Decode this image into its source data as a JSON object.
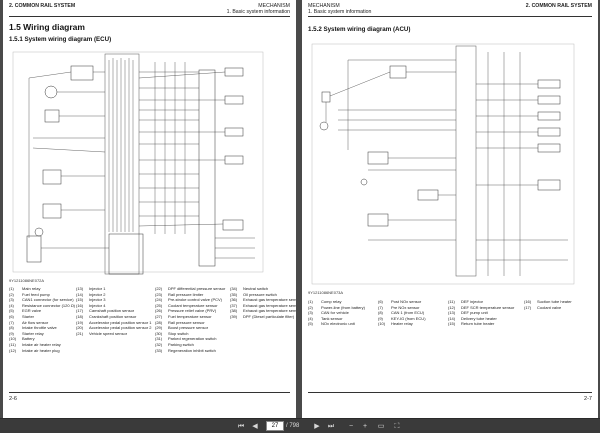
{
  "left_page": {
    "header_left": "2. COMMON RAIL SYSTEM",
    "header_right_top": "MECHANISM",
    "header_right_bottom": "1. Basic system information",
    "section_title": "1.5 Wiring diagram",
    "subsection_title": "1.5.1 System wiring diagram (ECU)",
    "figure_id": "9Y1211086NE072A",
    "page_number": "2-6",
    "legend": [
      [
        {
          "n": "(1)",
          "t": "Main relay"
        },
        {
          "n": "(2)",
          "t": "Fuel feed pump"
        },
        {
          "n": "(3)",
          "t": "CAN1 connector (for service)"
        },
        {
          "n": "(4)",
          "t": "Resistance connector (120 Ω)"
        },
        {
          "n": "(5)",
          "t": "EGR valve"
        },
        {
          "n": "(6)",
          "t": "Starter"
        },
        {
          "n": "(7)",
          "t": "Air flow sensor"
        },
        {
          "n": "(8)",
          "t": "Intake throttle valve"
        },
        {
          "n": "(9)",
          "t": "Starter relay"
        },
        {
          "n": "(10)",
          "t": "Battery"
        },
        {
          "n": "(11)",
          "t": "Intake air heater relay"
        },
        {
          "n": "(12)",
          "t": "Intake air heater plug"
        }
      ],
      [
        {
          "n": "(13)",
          "t": "Injector 1"
        },
        {
          "n": "(14)",
          "t": "Injector 2"
        },
        {
          "n": "(15)",
          "t": "Injector 3"
        },
        {
          "n": "(16)",
          "t": "Injector 4"
        },
        {
          "n": "(17)",
          "t": "Camshaft position sensor"
        },
        {
          "n": "(18)",
          "t": "Crankshaft position sensor"
        },
        {
          "n": "(19)",
          "t": "Accelerator pedal position sensor 1"
        },
        {
          "n": "(20)",
          "t": "Accelerator pedal position sensor 2"
        },
        {
          "n": "(21)",
          "t": "Vehicle speed sensor"
        }
      ],
      [
        {
          "n": "(22)",
          "t": "DPF differential pressure sensor"
        },
        {
          "n": "(23)",
          "t": "Rail pressure limiter"
        },
        {
          "n": "(24)",
          "t": "Pre-stroke control valve (PCV)"
        },
        {
          "n": "(25)",
          "t": "Coolant temperature sensor"
        },
        {
          "n": "(26)",
          "t": "Pressure relief valve (PRV)"
        },
        {
          "n": "(27)",
          "t": "Fuel temperature sensor"
        },
        {
          "n": "(28)",
          "t": "Rail pressure sensor"
        },
        {
          "n": "(29)",
          "t": "Boost pressure sensor"
        },
        {
          "n": "(30)",
          "t": "Stop switch"
        },
        {
          "n": "(31)",
          "t": "Parked regeneration switch"
        },
        {
          "n": "(32)",
          "t": "Parking switch"
        },
        {
          "n": "(33)",
          "t": "Regeneration inhibit switch"
        }
      ],
      [
        {
          "n": "(34)",
          "t": "Neutral switch"
        },
        {
          "n": "(35)",
          "t": "Oil pressure switch"
        },
        {
          "n": "(36)",
          "t": "Exhaust gas temperature sensor (T0)"
        },
        {
          "n": "(37)",
          "t": "Exhaust gas temperature sensor (T1)"
        },
        {
          "n": "(38)",
          "t": "Exhaust gas temperature sensor (T2)"
        },
        {
          "n": "(39)",
          "t": "DPF (Diesel particulate filter)"
        }
      ]
    ]
  },
  "right_page": {
    "header_left_top": "MECHANISM",
    "header_left_bottom": "1. Basic system information",
    "header_right": "2. COMMON RAIL SYSTEM",
    "subsection_title": "1.5.2 System wiring diagram (ACU)",
    "figure_id": "9Y1211086NE073A",
    "page_number": "2-7",
    "legend": [
      [
        {
          "n": "(1)",
          "t": "Comp relay"
        },
        {
          "n": "(2)",
          "t": "Power-line (from battery)"
        },
        {
          "n": "(3)",
          "t": "CAN for vehicle"
        },
        {
          "n": "(4)",
          "t": "Tank sensor"
        },
        {
          "n": "(5)",
          "t": "NOx electronic unit"
        }
      ],
      [
        {
          "n": "(6)",
          "t": "Post NOx sensor"
        },
        {
          "n": "(7)",
          "t": "Pre NOx sensor"
        },
        {
          "n": "(8)",
          "t": "CAN 1 (from ECU)"
        },
        {
          "n": "(9)",
          "t": "KEY-IG (from ECU)"
        },
        {
          "n": "(10)",
          "t": "Heater relay"
        }
      ],
      [
        {
          "n": "(11)",
          "t": "DEF injector"
        },
        {
          "n": "(12)",
          "t": "DEF SCR temperature sensor"
        },
        {
          "n": "(13)",
          "t": "DEF pump unit"
        },
        {
          "n": "(14)",
          "t": "Delivery tube heater"
        },
        {
          "n": "(15)",
          "t": "Return tube heater"
        }
      ],
      [
        {
          "n": "(16)",
          "t": "Suction tube heater"
        },
        {
          "n": "(17)",
          "t": "Coolant valve"
        }
      ]
    ]
  },
  "toolbar": {
    "current_page": "27",
    "total_pages": "/ 798",
    "first_icon": "first-page-icon",
    "prev_icon": "previous-page-icon",
    "next_icon": "next-page-icon",
    "last_icon": "last-page-icon",
    "zoom_out_icon": "zoom-out-icon",
    "zoom_in_icon": "zoom-in-icon",
    "fit_icon": "fit-page-icon",
    "fullscreen_icon": "fullscreen-icon"
  },
  "colors": {
    "viewer_bg": "#4a4a4a",
    "toolbar_bg": "#3a3a3a",
    "page_bg": "#ffffff"
  }
}
